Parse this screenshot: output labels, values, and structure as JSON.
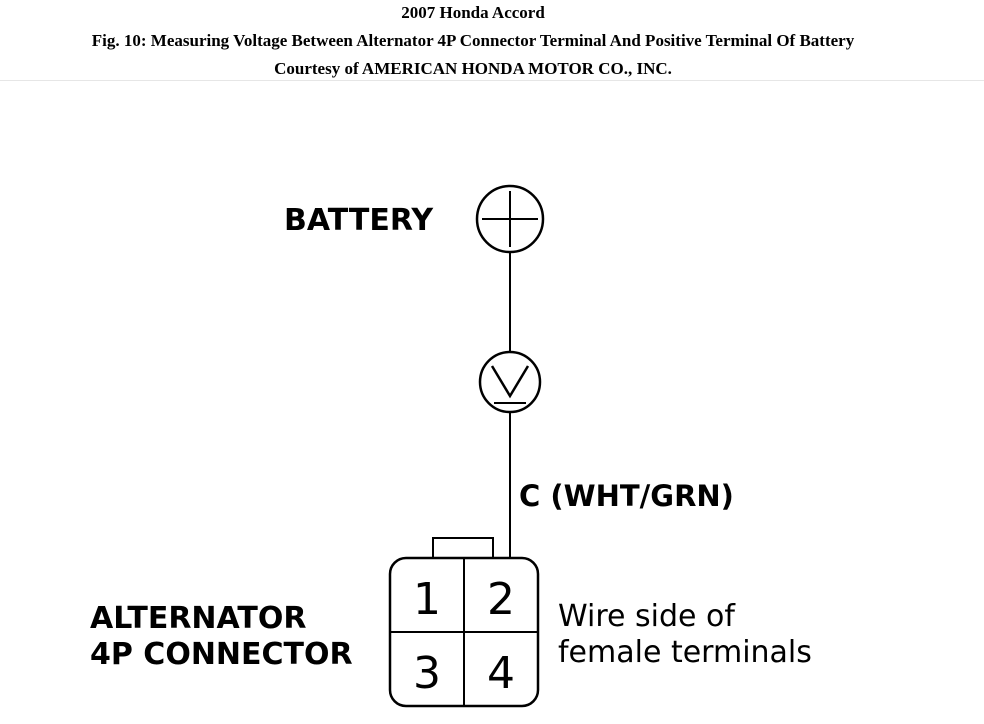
{
  "header": {
    "title": "2007 Honda Accord",
    "figure_caption": "Fig. 10: Measuring Voltage Between Alternator 4P Connector Terminal And Positive Terminal Of Battery",
    "courtesy": "Courtesy of AMERICAN HONDA MOTOR CO., INC."
  },
  "diagram": {
    "battery_label": "BATTERY",
    "wire_label": "C (WHT/GRN)",
    "connector_label_line1": "ALTERNATOR",
    "connector_label_line2": "4P CONNECTOR",
    "note_line1": "Wire side of",
    "note_line2": "female terminals",
    "terminals": [
      "1",
      "2",
      "3",
      "4"
    ],
    "battery_symbol": "plus-terminal-icon",
    "meter_symbol": "voltmeter-icon"
  }
}
